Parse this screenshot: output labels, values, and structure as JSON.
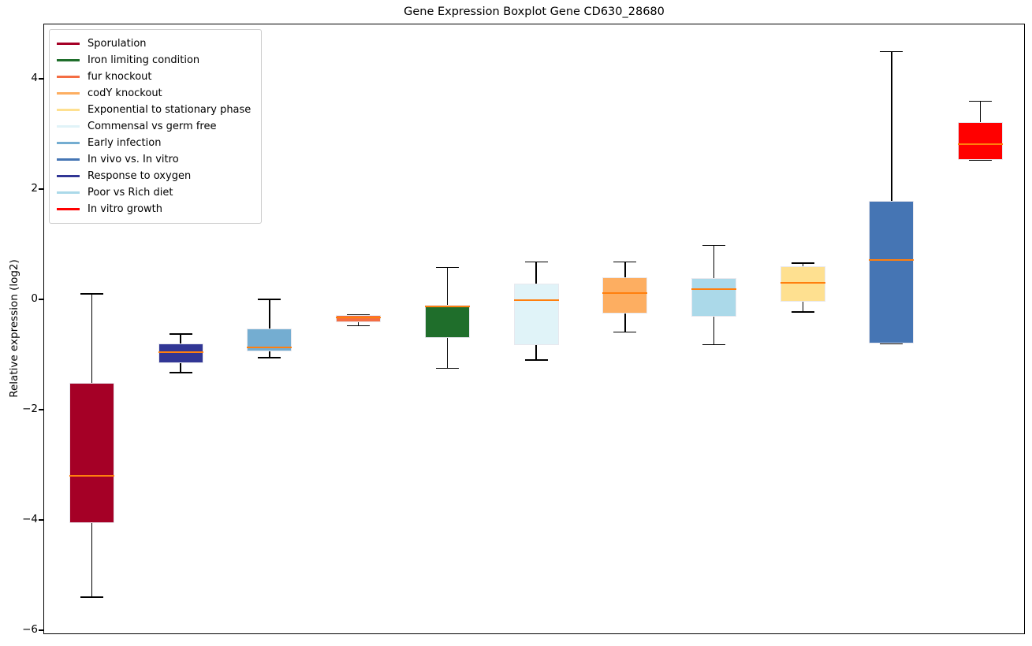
{
  "chart_data": {
    "type": "boxplot",
    "title": "Gene Expression Boxplot Gene CD630_28680",
    "ylabel": "Relative expression (log2)",
    "xlabel": "",
    "ylim": [
      -6.071,
      5.0
    ],
    "yticks": [
      4,
      2,
      0,
      -2,
      -4,
      -6
    ],
    "grid": false,
    "legend_position": "upper left",
    "median_color": "#ff7f0e",
    "whisker_color": "#000000",
    "box_edge_color": "#e8e8ee",
    "legend": [
      {
        "label": "Sporulation",
        "color": "#a50026"
      },
      {
        "label": "Iron limiting condition",
        "color": "#1f6e2b"
      },
      {
        "label": "fur knockout",
        "color": "#f46d43"
      },
      {
        "label": "codY knockout",
        "color": "#fdae61"
      },
      {
        "label": "Exponential to stationary phase",
        "color": "#fee090"
      },
      {
        "label": "Commensal vs germ free",
        "color": "#e0f3f8"
      },
      {
        "label": "Early infection",
        "color": "#74add1"
      },
      {
        "label": "In vivo vs. In vitro",
        "color": "#4575b4"
      },
      {
        "label": "Response to oxygen",
        "color": "#313695"
      },
      {
        "label": "Poor vs Rich diet",
        "color": "#abd9e9"
      },
      {
        "label": "In vitro growth",
        "color": "#ff0000"
      }
    ],
    "boxes": [
      {
        "label": "Sporulation",
        "color": "#a50026",
        "whislo": -5.4,
        "q1": -4.05,
        "med": -3.2,
        "q3": -1.52,
        "whishi": 0.1
      },
      {
        "label": "Response to oxygen",
        "color": "#313695",
        "whislo": -1.33,
        "q1": -1.15,
        "med": -0.95,
        "q3": -0.8,
        "whishi": -0.63
      },
      {
        "label": "Early infection",
        "color": "#74add1",
        "whislo": -1.06,
        "q1": -0.94,
        "med": -0.87,
        "q3": -0.53,
        "whishi": 0.0
      },
      {
        "label": "fur knockout",
        "color": "#f46d43",
        "whislo": -0.48,
        "q1": -0.41,
        "med": -0.33,
        "q3": -0.28,
        "whishi": -0.28
      },
      {
        "label": "Iron limiting condition",
        "color": "#1f6e2b",
        "whislo": -1.25,
        "q1": -0.7,
        "med": -0.13,
        "q3": -0.1,
        "whishi": 0.58
      },
      {
        "label": "Commensal vs germ free",
        "color": "#e0f3f8",
        "whislo": -1.1,
        "q1": -0.83,
        "med": -0.02,
        "q3": 0.29,
        "whishi": 0.68
      },
      {
        "label": "codY knockout",
        "color": "#fdae61",
        "whislo": -0.59,
        "q1": -0.25,
        "med": 0.11,
        "q3": 0.4,
        "whishi": 0.68
      },
      {
        "label": "Poor vs Rich diet",
        "color": "#abd9e9",
        "whislo": -0.82,
        "q1": -0.32,
        "med": 0.19,
        "q3": 0.38,
        "whishi": 0.98
      },
      {
        "label": "Exponential to stationary phase",
        "color": "#fee090",
        "whislo": -0.23,
        "q1": -0.04,
        "med": 0.3,
        "q3": 0.6,
        "whishi": 0.66
      },
      {
        "label": "In vivo vs. In vitro",
        "color": "#4575b4",
        "whislo": -0.8,
        "q1": -0.8,
        "med": 0.72,
        "q3": 1.78,
        "whishi": 4.49
      },
      {
        "label": "In vitro growth",
        "color": "#ff0000",
        "whislo": 2.53,
        "q1": 2.53,
        "med": 2.82,
        "q3": 3.21,
        "whishi": 3.59
      }
    ]
  }
}
